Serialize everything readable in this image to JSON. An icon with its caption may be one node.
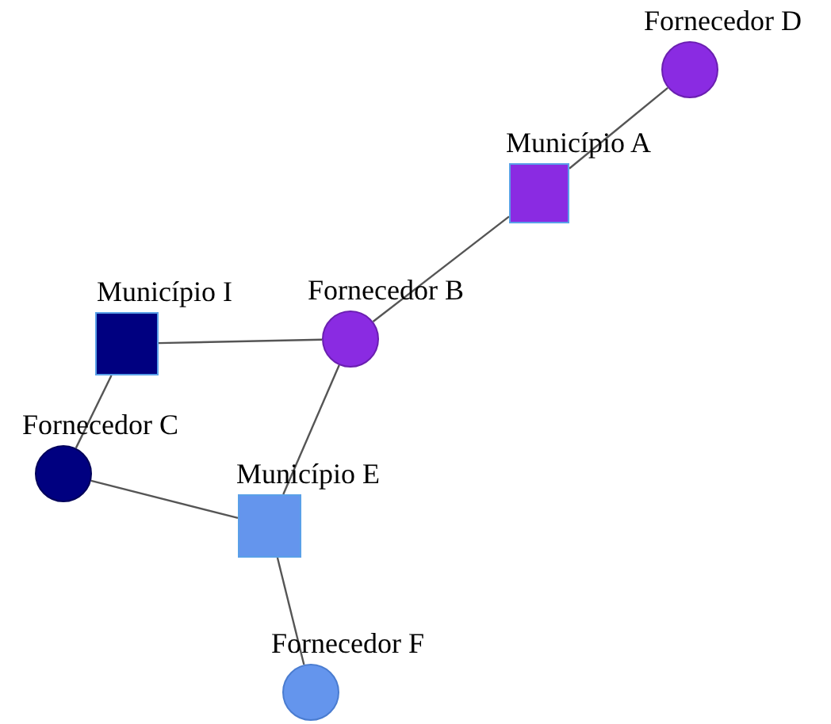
{
  "diagram": {
    "nodes": [
      {
        "text": [
          "Fornecedor D"
        ]
      },
      {
        "text": [
          "Município A"
        ]
      },
      {
        "text": [
          "Município I"
        ]
      },
      {
        "text": [
          "Fornecedor B"
        ]
      },
      {
        "text": [
          "Fornecedor C"
        ]
      },
      {
        "text": [
          "Município E"
        ]
      },
      {
        "text": [
          "Fornecedor F"
        ]
      }
    ],
    "edges": [
      {
        "from": 0,
        "to": 1,
        "arrow": "none"
      },
      {
        "from": 1,
        "to": 3,
        "arrow": "none"
      },
      {
        "from": 2,
        "to": 3,
        "arrow": "none"
      },
      {
        "from": 2,
        "to": 4,
        "arrow": "none"
      },
      {
        "from": 3,
        "to": 5,
        "arrow": "none"
      },
      {
        "from": 4,
        "to": 5,
        "arrow": "none"
      },
      {
        "from": 5,
        "to": 6,
        "arrow": "none"
      }
    ]
  }
}
